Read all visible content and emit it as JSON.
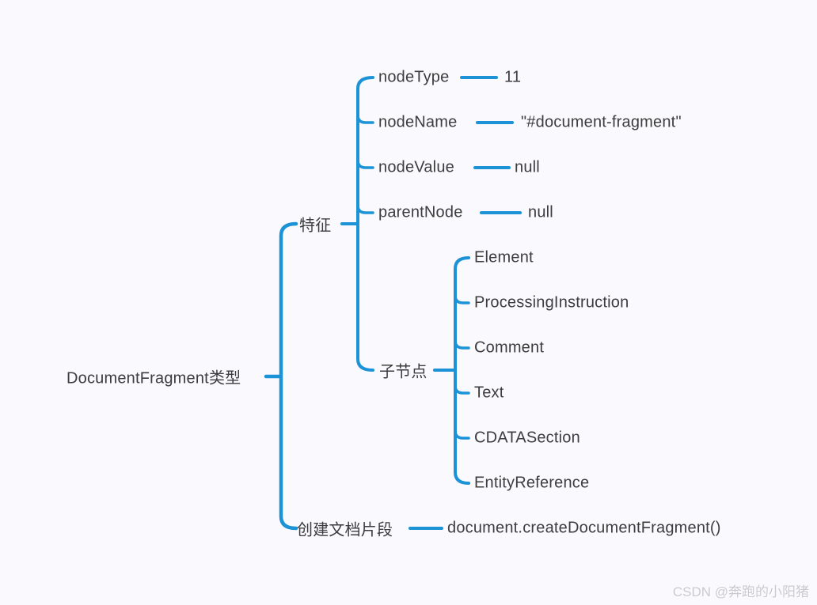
{
  "colors": {
    "branch": "#1b93d6",
    "background": "#f9f9fe",
    "text": "#3d3d3d",
    "watermark": "#c9c9cf"
  },
  "watermark": "CSDN @奔跑的小阳猪",
  "mindmap": {
    "root": {
      "label": "DocumentFragment类型"
    },
    "branches": [
      {
        "label": "特征",
        "attributes": [
          {
            "label": "nodeType",
            "value": "11"
          },
          {
            "label": "nodeName",
            "value": "\"#document-fragment\""
          },
          {
            "label": "nodeValue",
            "value": "null"
          },
          {
            "label": "parentNode",
            "value": "null"
          }
        ],
        "child_nodes": {
          "label": "子节点",
          "types": [
            {
              "label": "Element"
            },
            {
              "label": "ProcessingInstruction"
            },
            {
              "label": "Comment"
            },
            {
              "label": "Text"
            },
            {
              "label": "CDATASection"
            },
            {
              "label": "EntityReference"
            }
          ]
        }
      },
      {
        "label": "创建文档片段",
        "value": "document.createDocumentFragment()"
      }
    ]
  }
}
